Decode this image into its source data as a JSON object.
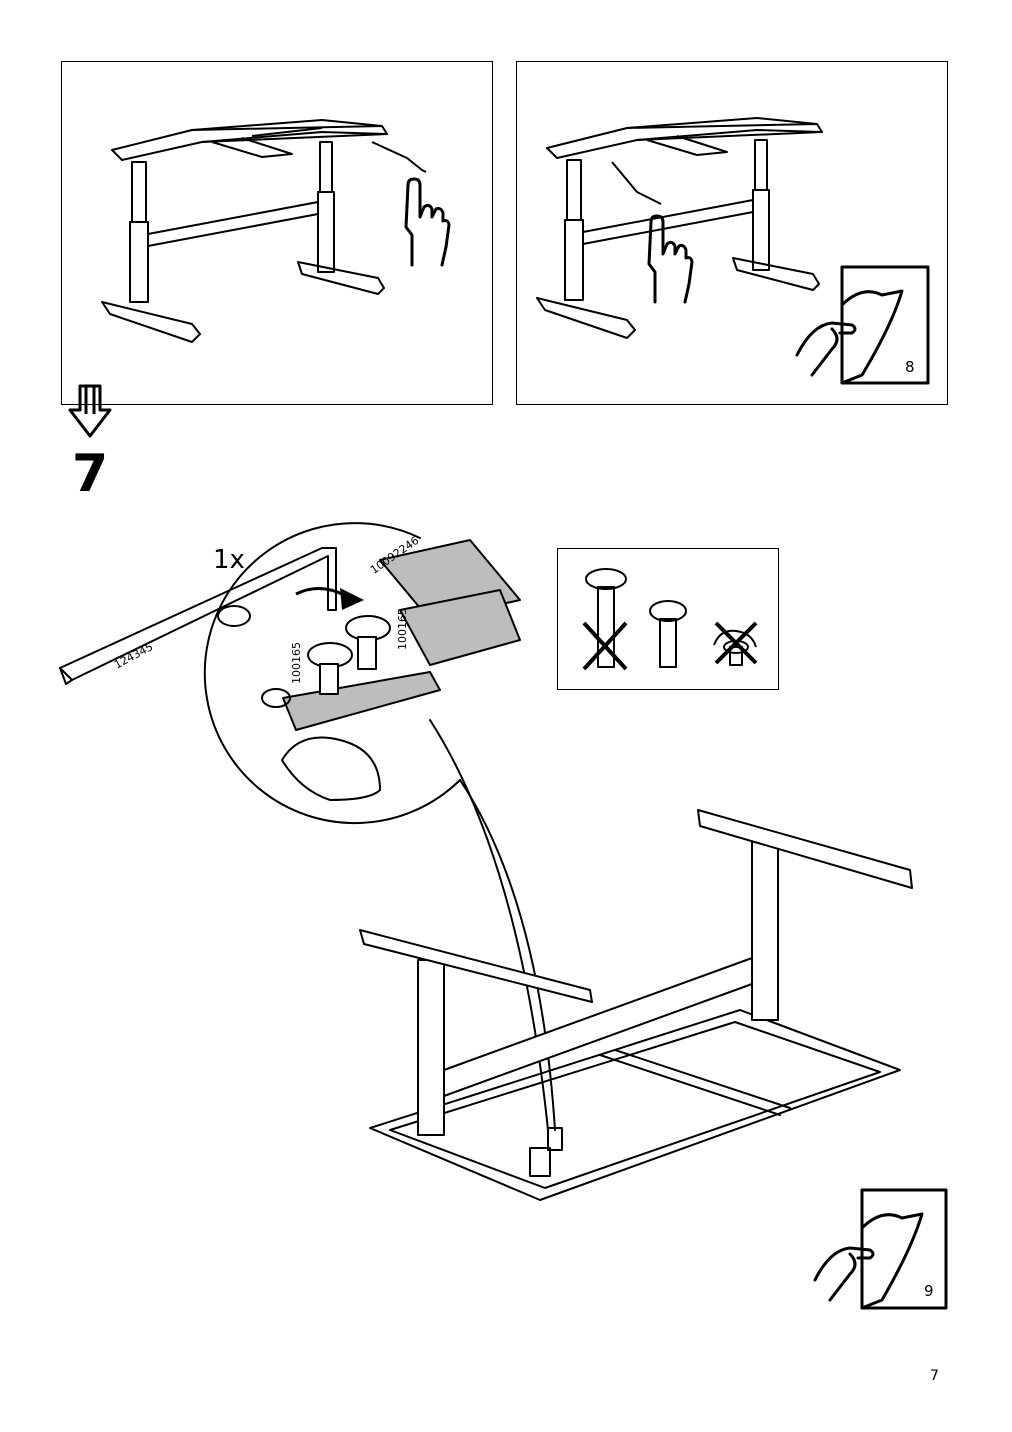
{
  "step": {
    "number": "7",
    "quantity": "1x",
    "parts": {
      "allen_key": "124345",
      "bracket": "10092246",
      "screw_left": "100165",
      "screw_right": "100165"
    }
  },
  "page_refs": {
    "first": "8",
    "second": "9"
  },
  "page_number": "7",
  "icons": [
    "pointing-finger-icon",
    "turn-page-icon",
    "step-down-arrow-icon",
    "rotate-arrow-icon",
    "cross-mark-icon"
  ]
}
